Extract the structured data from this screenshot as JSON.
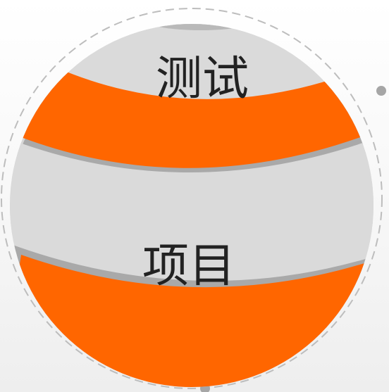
{
  "diagram": {
    "top_label": "测试",
    "bottom_label": "项目"
  },
  "colors": {
    "orange_band": "#ff6600",
    "gray_band": "#dadada",
    "gray_shadow": "#a9a9a9",
    "dashed_ring": "#bdbdbd",
    "connector_dot": "#a6a6a6",
    "label_text": "#222222"
  },
  "icons": [
    "connector-dot",
    "sphere"
  ]
}
